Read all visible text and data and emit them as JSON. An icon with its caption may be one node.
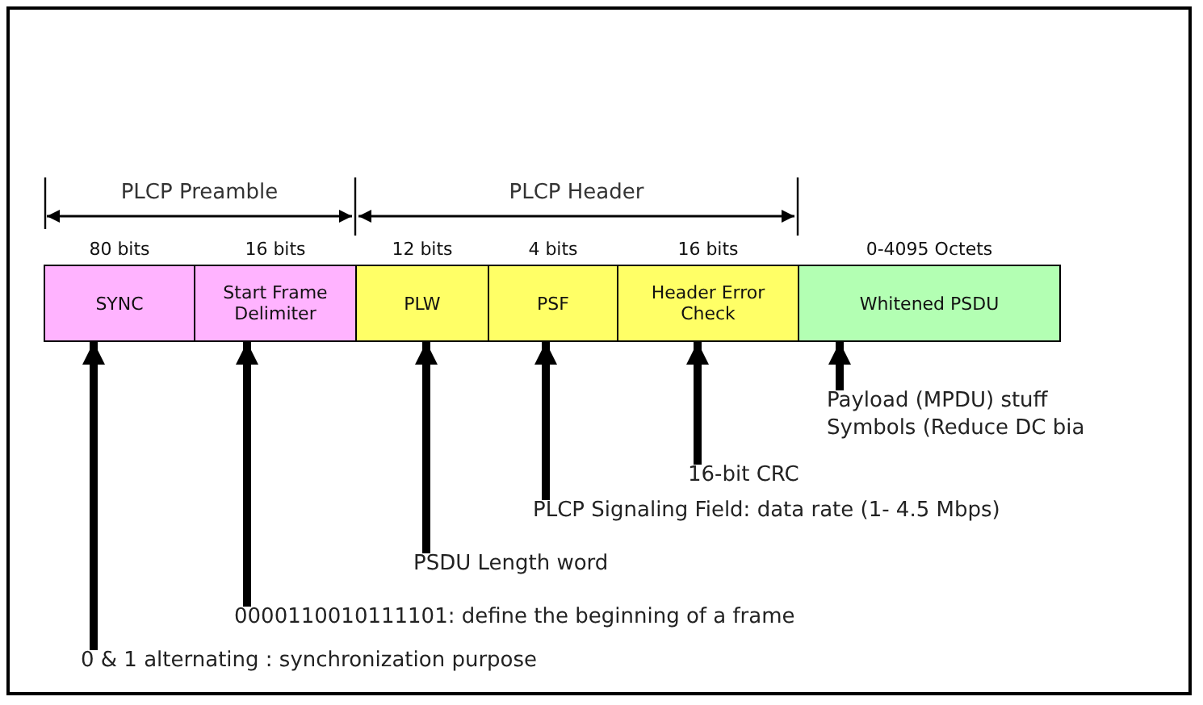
{
  "diagram": {
    "nodes": [
      {
        "text": [
          "SYNC"
        ],
        "beside": [
          "80 bits"
        ]
      },
      {
        "text": [
          "Start Frame Delimiter"
        ],
        "beside": [
          "16 bits"
        ]
      },
      {
        "text": [
          "PLW"
        ],
        "beside": [
          "12 bits"
        ]
      },
      {
        "text": [
          "PSF"
        ],
        "beside": [
          "4 bits"
        ]
      },
      {
        "text": [
          "Header Error Check"
        ],
        "beside": [
          "16 bits"
        ]
      },
      {
        "text": [
          "Whitened PSDU"
        ],
        "beside": [
          "0-4095 Octets"
        ]
      },
      {
        "text": [
          "Payload (MPDU) stuff Symbols (Reduce DC bia"
        ]
      },
      {
        "text": [
          "16-bit CRC"
        ]
      },
      {
        "text": [
          "PLCP Signaling Field: data rate (1- 4.5 Mbps)"
        ]
      },
      {
        "text": [
          "PSDU Length word"
        ]
      },
      {
        "text": [
          "0000110010111101: define the beginning of a frame"
        ]
      },
      {
        "text": [
          "0 & 1 alternating : synchronization purpose"
        ]
      }
    ],
    "edges": [
      {
        "from": 6,
        "to": 5,
        "arrow": "to"
      },
      {
        "from": 7,
        "to": 4,
        "arrow": "to"
      },
      {
        "from": 8,
        "to": 3,
        "arrow": "to"
      },
      {
        "from": 9,
        "to": 2,
        "arrow": "to"
      },
      {
        "from": 10,
        "to": 1,
        "arrow": "to"
      },
      {
        "from": 11,
        "to": 0,
        "arrow": "to"
      }
    ],
    "labels": [
      "PLCP Preamble",
      "PLCP Header"
    ]
  }
}
